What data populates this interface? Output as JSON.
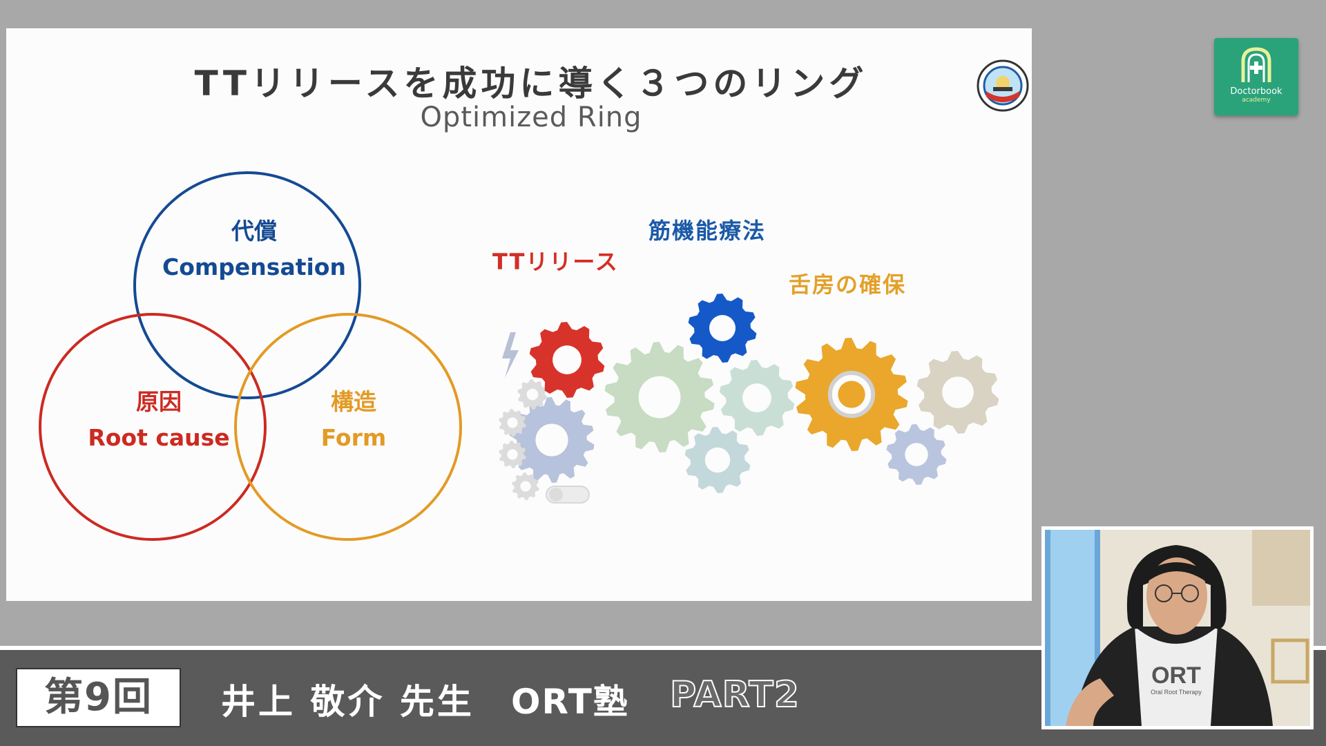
{
  "slide": {
    "title": "TTリリースを成功に導く３つのリング",
    "subtitle": "Optimized Ring",
    "venn": {
      "compensation": {
        "jp": "代償",
        "en": "Compensation",
        "color": "#144a93"
      },
      "root_cause": {
        "jp": "原因",
        "en": "Root cause",
        "color": "#cc2a22"
      },
      "form": {
        "jp": "構造",
        "en": "Form",
        "color": "#e39a25"
      }
    },
    "gear_labels": {
      "tt_release": "TTリリース",
      "muscle_therapy": "筋機能療法",
      "tongue_space": "舌房の確保"
    },
    "icons": [
      "club-logo-icon",
      "gear-icon",
      "lightning-icon",
      "toggle-icon"
    ]
  },
  "brand": {
    "name": "Doctorbook",
    "sub": "academy",
    "color": "#2aa37a"
  },
  "caption": {
    "episode": "第9回",
    "teacher": "井上 敬介 先生",
    "course": "ORT塾",
    "part": "PART2"
  },
  "webcam": {
    "shirt_text": "ORT",
    "shirt_sub": "Oral Root Therapy"
  }
}
